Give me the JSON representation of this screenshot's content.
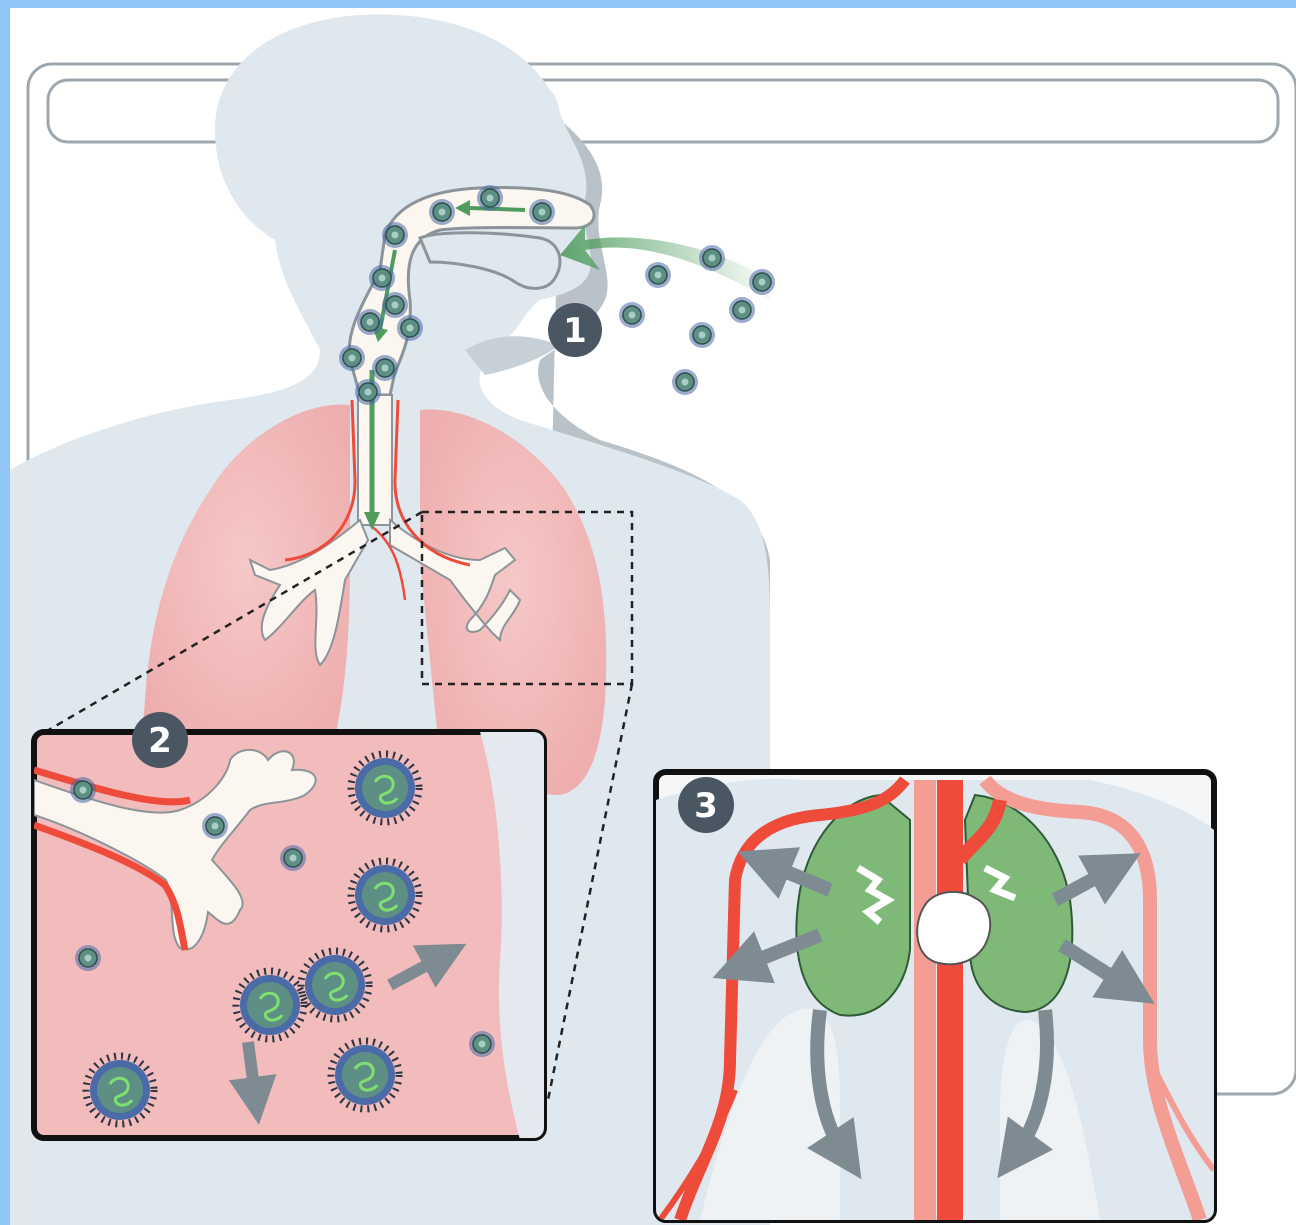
{
  "diagram": {
    "steps": [
      {
        "number": "1"
      },
      {
        "number": "2"
      },
      {
        "number": "3"
      }
    ],
    "colors": {
      "frame_border": "#8fc6f5",
      "body_fill": "#dfe8ef",
      "body_shadow": "#b9c2c9",
      "lung_fill": "#f2b9b9",
      "inset_lung_fill": "#f3bcbc",
      "chest_lung_fill": "#7fb978",
      "airway_fill": "#fbf6f0",
      "blood_vessel": "#ee4b3b",
      "vein_light": "#f39d95",
      "virus_core": "#5d8f85",
      "virus_halo": "#4a6aa8",
      "virus_glow": "#6fd06a",
      "arrow_green": "#4f9c5d",
      "arrow_gray": "#7f8b93",
      "badge": "#4b5663"
    },
    "icons": [
      "virus-particle-icon",
      "heart-icon",
      "gray-spread-arrow-icon",
      "green-flow-arrow-icon"
    ]
  }
}
